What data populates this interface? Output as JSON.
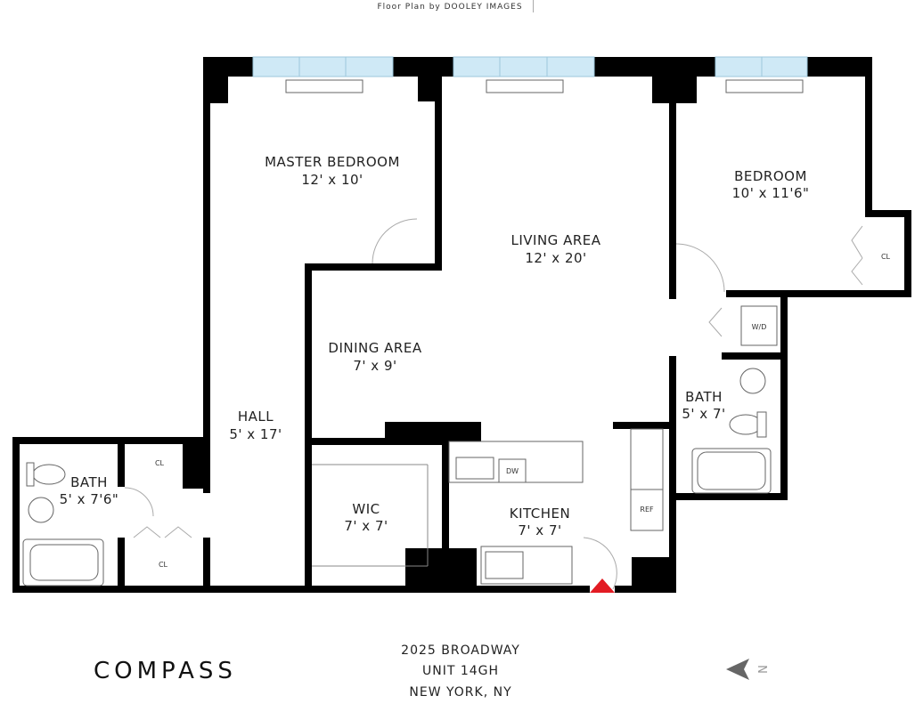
{
  "header": {
    "credit": "Floor Plan by DOOLEY IMAGES"
  },
  "rooms": {
    "master_bedroom": {
      "name": "MASTER BEDROOM",
      "dims": "12' x 10'"
    },
    "living_area": {
      "name": "LIVING AREA",
      "dims": "12' x 20'"
    },
    "bedroom": {
      "name": "BEDROOM",
      "dims": "10' x 11'6\""
    },
    "dining_area": {
      "name": "DINING AREA",
      "dims": "7' x 9'"
    },
    "hall": {
      "name": "HALL",
      "dims": "5' x 17'"
    },
    "bath_left": {
      "name": "BATH",
      "dims": "5' x 7'6\""
    },
    "wic": {
      "name": "WIC",
      "dims": "7' x 7'"
    },
    "kitchen": {
      "name": "KITCHEN",
      "dims": "7' x 7'"
    },
    "bath_right": {
      "name": "BATH",
      "dims": "5' x 7'"
    }
  },
  "fixtures": {
    "cl_bedroom": "CL",
    "cl_upper": "CL",
    "cl_lower": "CL",
    "wd": "W/D",
    "dw": "DW",
    "ref": "REF"
  },
  "address": {
    "line1": "2025 BROADWAY",
    "line2": "UNIT 14GH",
    "line3": "NEW YORK, NY"
  },
  "brand": {
    "name": "COMPASS"
  },
  "compass": {
    "letter": "N"
  },
  "colors": {
    "wall": "#000000",
    "window": "#cfe9f6",
    "entry_marker": "#e21b23"
  }
}
